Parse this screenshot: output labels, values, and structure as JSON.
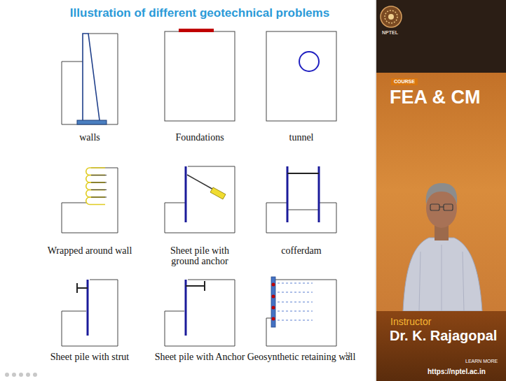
{
  "diagram": {
    "title": "Illustration of different geotechnical problems",
    "nodes": [
      {
        "text": [
          "walls"
        ]
      },
      {
        "text": [
          "Foundations"
        ]
      },
      {
        "text": [
          "tunnel"
        ]
      },
      {
        "text": [
          "Wrapped around wall"
        ]
      },
      {
        "text": [
          "Sheet pile with ground anchor"
        ]
      },
      {
        "text": [
          "cofferdam"
        ]
      },
      {
        "text": [
          "Sheet pile with strut"
        ]
      },
      {
        "text": [
          "Sheet pile with Anchor"
        ]
      },
      {
        "text": [
          "Geosynthetic retaining wall"
        ]
      }
    ],
    "labels": [
      "11",
      "NPTEL",
      "COURSE",
      "FEA & CM",
      "Instructor",
      "Dr. K. Rajagopal",
      "LEARN MORE",
      "https://nptel.ac.in"
    ]
  }
}
